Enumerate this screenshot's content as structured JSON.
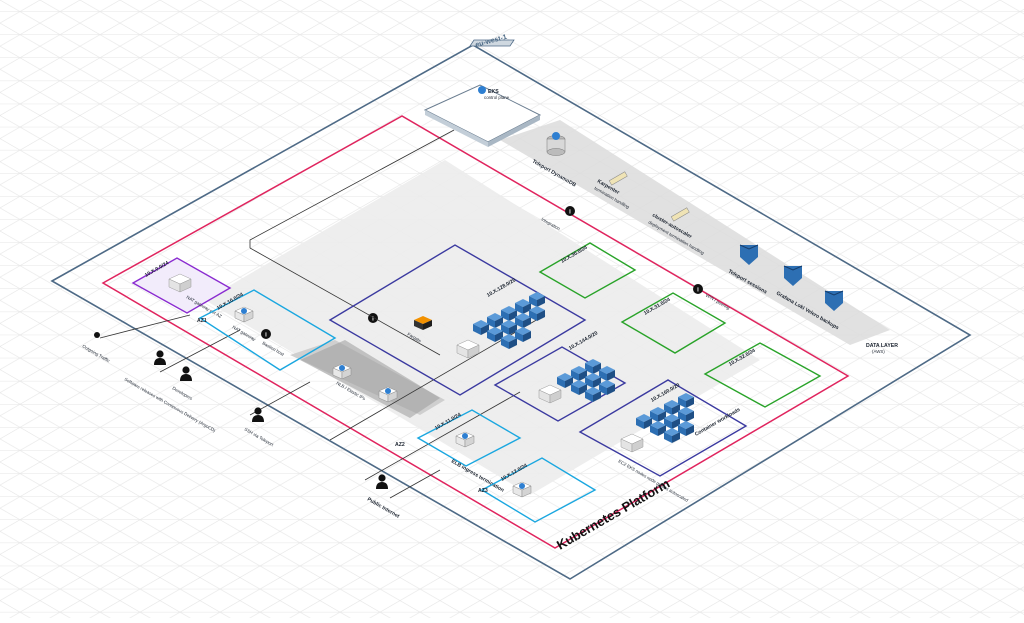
{
  "region": {
    "label": "eu-west-1"
  },
  "platform": {
    "label": "Kubernetes Platform"
  },
  "eks": {
    "title": "EKS",
    "subtitle": "control plane"
  },
  "data_layer": {
    "teleport_dynamodb": "Teleport DynamoDB",
    "karpenter_line1": "Karpenter",
    "karpenter_line2": "termination handling",
    "autoscaler_line1": "cluster-autoscaler",
    "autoscaler_line2": "deployment termination handling",
    "teleport_sessions": "Teleport sessions",
    "grafana_backups": "Grafana Loki Velero backups",
    "caption_line1": "DATA LAYER",
    "caption_line2": "(AWS)"
  },
  "subnets": {
    "public_az1": "10.X.10.0/24",
    "nat_gateway": "NAT gateway",
    "public_az2": "10.X.11.0/24",
    "public_az3": "10.X.12.0/24",
    "private_a": "10.X.128.0/20",
    "private_b": "10.X.144.0/20",
    "private_c": "10.X.160.0/20",
    "green_a": "10.X.30.0/24",
    "green_b": "10.X.31.0/24",
    "green_c": "10.X.32.0/24",
    "mgmt": "10.X.0.0/24",
    "mgmt_gateway": "NAT gateway per AZ"
  },
  "labels": {
    "az1": "AZ1",
    "az2": "AZ2",
    "az3": "AZ3",
    "elb": "ELB ingress termination",
    "nlb": "NLB / Elastic IPs",
    "bastion": "Bastion host",
    "container_workloads": "Container workloads",
    "ec2_nodes": "EC2 EKS nodes node groups autoscaled",
    "fargate": "Fargate",
    "outgoing_traffic": "Outgoing Traffic",
    "software_infra": "Software releases with Continuous Delivery (ArgoCD)",
    "developers": "Developers",
    "ssh_operators": "SSH via Teleport",
    "public_internet": "Public Internet",
    "info_line": "Integration",
    "info_vpn": "VPN / peering"
  },
  "colors": {
    "region_border": "#4e6a86",
    "platform_border": "#e0245e",
    "private_border": "#3b3aa0",
    "public_border": "#1aa7e0",
    "green_border": "#29a329",
    "mgmt_border": "#8a2bd0",
    "cube": "#2d6fb3"
  }
}
